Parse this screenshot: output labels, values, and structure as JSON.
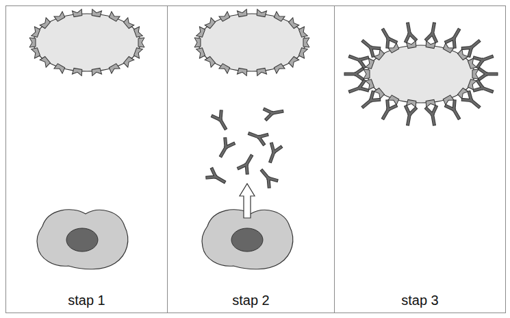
{
  "diagram": {
    "nodes": [
      {
        "text": [
          "stap 1"
        ]
      },
      {
        "text": [
          "stap 2"
        ]
      },
      {
        "text": [
          "stap 3"
        ]
      }
    ]
  }
}
